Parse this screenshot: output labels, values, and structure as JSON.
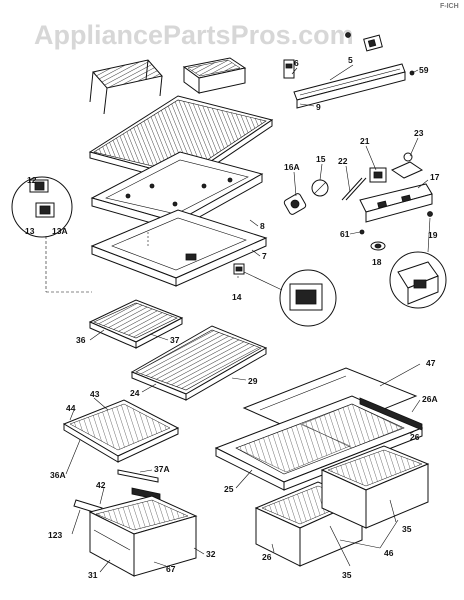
{
  "watermark": "AppliancePartsPros.com",
  "corner_mark": "F-ICH",
  "callouts": {
    "c5": "5",
    "c6": "6",
    "c9": "9",
    "c59": "59",
    "c12": "12",
    "c13": "13",
    "c13A": "13A",
    "c8": "8",
    "c7": "7",
    "c14": "14",
    "c16A": "16A",
    "c15": "15",
    "c22": "22",
    "c21": "21",
    "c23": "23",
    "c17": "17",
    "c61": "61",
    "c18": "18",
    "c19": "19",
    "c36": "36",
    "c37": "37",
    "c24": "24",
    "c29": "29",
    "c43": "43",
    "c44": "44",
    "c36A": "36A",
    "c37A": "37A",
    "c42": "42",
    "c123": "123",
    "c31": "31",
    "c67": "67",
    "c32": "32",
    "c47": "47",
    "c26A": "26A",
    "c26": "26",
    "c25": "25",
    "c35a": "35",
    "c35b": "35",
    "c46": "46",
    "c26b": "26"
  }
}
